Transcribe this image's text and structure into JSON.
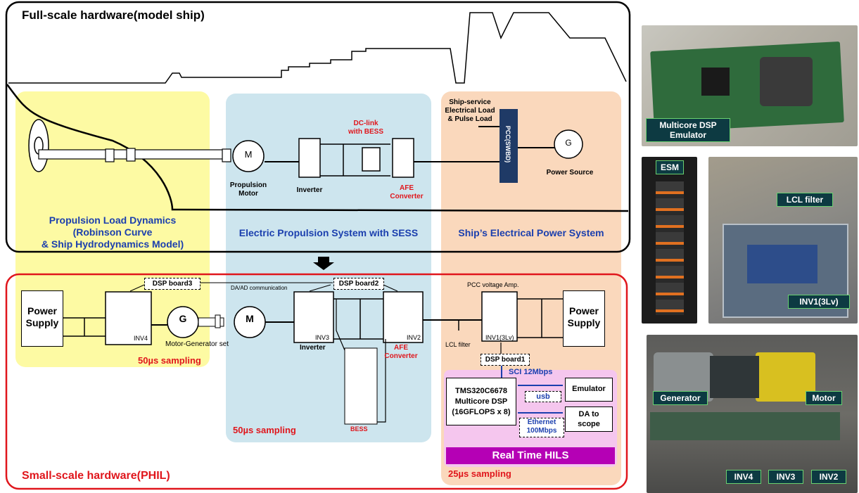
{
  "full_scale": {
    "title": "Full-scale hardware(model ship)"
  },
  "small_scale": {
    "title": "Small-scale hardware(PHIL)"
  },
  "regions": {
    "propulsion_load": [
      "Propulsion Load Dynamics",
      "(Robinson Curve",
      "& Ship Hydrodynamics Model)"
    ],
    "electric_propulsion": "Electric Propulsion System with SESS",
    "ship_power": "Ship’s Electrical Power System"
  },
  "top_labels": {
    "motor_symbol": "M",
    "propulsion_motor": [
      "Propulsion",
      "Motor"
    ],
    "inverter": "Inverter",
    "dc_link": [
      "DC-link",
      "with BESS"
    ],
    "afe_converter": [
      "AFE",
      "Converter"
    ],
    "ship_service_load": [
      "Ship-service",
      "Electrical Load",
      "& Pulse Load"
    ],
    "pcc": "PCC(SWBD)",
    "generator_symbol": "G",
    "power_source": "Power Source"
  },
  "bottom_labels": {
    "power_supply_left": [
      "Power",
      "Supply"
    ],
    "inv4": "INV4",
    "generator_symbol": "G",
    "motor_symbol": "M",
    "motor_generator_set": "Motor-Generator set",
    "dsp_board3": "DSP board3",
    "da_ad_comm": "DA/AD communication",
    "dsp_board2": "DSP board2",
    "inv3": "INV3",
    "inverter": "Inverter",
    "inv2": "INV2",
    "afe_converter": [
      "AFE",
      "Converter"
    ],
    "bess": "BESS",
    "pcc_voltage_amp": "PCC voltage Amp.",
    "lcl_filter": "LCL filter",
    "inv1": "INV1(3Lv)",
    "dsp_board1": "DSP board1",
    "power_supply_right": [
      "Power",
      "Supply"
    ],
    "sci": "SCI 12Mbps",
    "tms_dsp": [
      "TMS320C6678",
      "Multicore DSP",
      "(16GFLOPS x 8)"
    ],
    "usb": "usb",
    "emulator": "Emulator",
    "da_to_scope": [
      "DA to",
      "scope"
    ],
    "ethernet": [
      "Ethernet",
      "100Mbps"
    ],
    "real_time_hils": "Real Time HILS",
    "sampling_50_left": "50µs sampling",
    "sampling_50_mid": "50µs sampling",
    "sampling_25": "25µs sampling"
  },
  "photos": {
    "dsp_emulator": [
      "Multicore DSP",
      "Emulator"
    ],
    "esm": "ESM",
    "lcl_filter": "LCL filter",
    "inv1": "INV1(3Lv)",
    "generator": "Generator",
    "motor": "Motor",
    "inv4": "INV4",
    "inv3": "INV3",
    "inv2": "INV2"
  },
  "colors": {
    "yellow_region": "#fdfaa3",
    "blue_region": "#cde5ee",
    "orange_region": "#fad8bc",
    "pink_region": "#f5c6ee",
    "hils_bar": "#b500b5",
    "red_frame": "#e0161c",
    "blue_text": "#1b3fae",
    "red_text": "#e0161c",
    "pcc_block": "#1f3a66"
  }
}
